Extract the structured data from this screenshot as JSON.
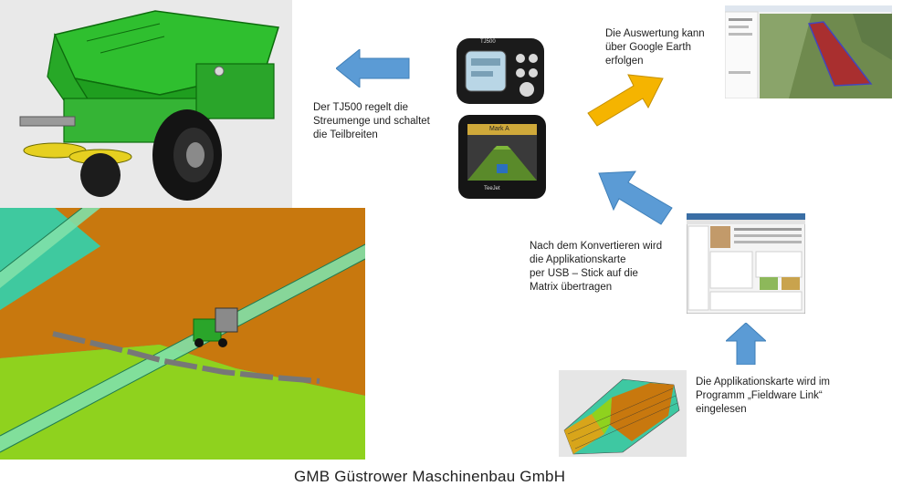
{
  "captions": {
    "tj500": "Der TJ500 regelt die\nStreumenge und schaltet\ndie Teilbreiten",
    "google_earth": "Die Auswertung kann\nüber Google Earth\nerfolgen",
    "usb_transfer": "Nach dem Konvertieren wird\n die Applikationskarte\nper USB – Stick auf die\nMatrix übertragen",
    "fieldware": "Die Applikationskarte wird im\nProgramm „Fieldware Link“\neingelesen"
  },
  "footer": {
    "company": "GMB Güstrower Maschinenbau GmbH"
  },
  "devices": {
    "controller_brand": "TJ500",
    "matrix_field_label": "Mark A",
    "matrix_brand": "TeeJet"
  },
  "colors": {
    "arrow_blue": "#5b9bd5",
    "arrow_yellow": "#f5b400",
    "spreader_green": "#1f9e1f",
    "field_orange": "#c8780e",
    "field_teal": "#3ec8a2",
    "field_lime": "#8fd21e"
  },
  "icons": {
    "arrow_left": "arrow-left-icon",
    "arrow_up_right": "arrow-up-right-icon",
    "arrow_up_left": "arrow-up-left-icon",
    "arrow_up": "arrow-up-icon"
  }
}
